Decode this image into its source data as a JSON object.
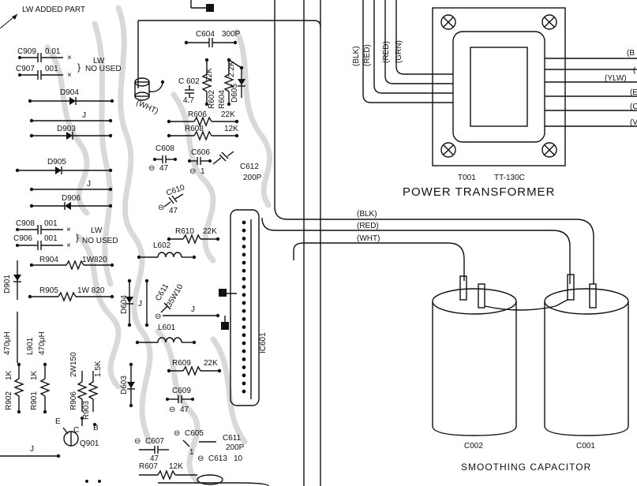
{
  "header": {
    "note": "LW ADDED PART"
  },
  "transformer": {
    "ref": "T001",
    "model": "TT-130C",
    "title": "POWER TRANSFORMER",
    "primary_wires": [
      "(BLK)",
      "(RED)",
      "(RED)",
      "(GRN)"
    ],
    "secondary_wires": [
      "(B",
      "(",
      "(YLW)",
      "(E",
      "(C",
      "(V"
    ]
  },
  "harness": {
    "wires": [
      "(BLK)",
      "(RED)",
      "(WHT)"
    ]
  },
  "capacitors": {
    "title": "SMOOTHING  CAPACITOR",
    "left_ref": "C002",
    "right_ref": "C001"
  },
  "board": {
    "labels": {
      "c909": "C909",
      "c909v": "0.01",
      "c907": "C907",
      "c907v": "001",
      "lw1": "LW",
      "not_used1": "NO  USED",
      "d904": "D904",
      "j1": "J",
      "d903": "D903",
      "d905": "D905",
      "j2": "J",
      "d906": "D906",
      "c908": "C908",
      "c908v": "001",
      "c906": "C906",
      "c906v": "001",
      "lw2": "LW",
      "not_used2": "NO USED",
      "r904": "R904",
      "r904v": "1W820",
      "d901": "D901",
      "r905": "R905",
      "r905v": "1W 820",
      "l901a": "470μH",
      "l901": "L901",
      "l901b": "470μH",
      "r902": "R902",
      "r902v": "1K",
      "r901": "R901",
      "r901v": "1K",
      "r906": "R906",
      "r906v": "2W150",
      "r903": "R903",
      "r903v": "1.5K",
      "e": "E",
      "c": "C",
      "b": "B",
      "q901": "Q901",
      "j3": "J",
      "c604": "C604",
      "c604v": "300P",
      "wht": "(WHT)",
      "c602": "C 602",
      "c602v": "4.7",
      "r602": "R602",
      "r602v": "22K",
      "r604": "R604",
      "r604v": "2.2K",
      "d605": "D605",
      "r606": "R606",
      "r606v": "22K",
      "r608": "R608",
      "r608v": "12K",
      "c608": "C608",
      "c608v": "47",
      "c606": "C606",
      "c606v": "1",
      "c612": "C612",
      "c612v": "200P",
      "c610": "C610",
      "c610v": "47",
      "r610": "R610",
      "r610v": "22K",
      "l602": "L602",
      "d604": "D604",
      "j4": "J",
      "c611": "C611",
      "c611v": "35W10",
      "j5": "J",
      "l601": "L601",
      "ic601": "IC601",
      "r609": "R609",
      "r609v": "22K",
      "d603": "D603",
      "c609": "C609",
      "c609v": "47",
      "c607": "C607",
      "c607v": "47",
      "c605": "C605",
      "c605v": "1",
      "c611b": "C611",
      "c611bv": "200P",
      "c613": "C613",
      "c613v": "10",
      "r607": "R607",
      "r607v": "12K"
    }
  }
}
